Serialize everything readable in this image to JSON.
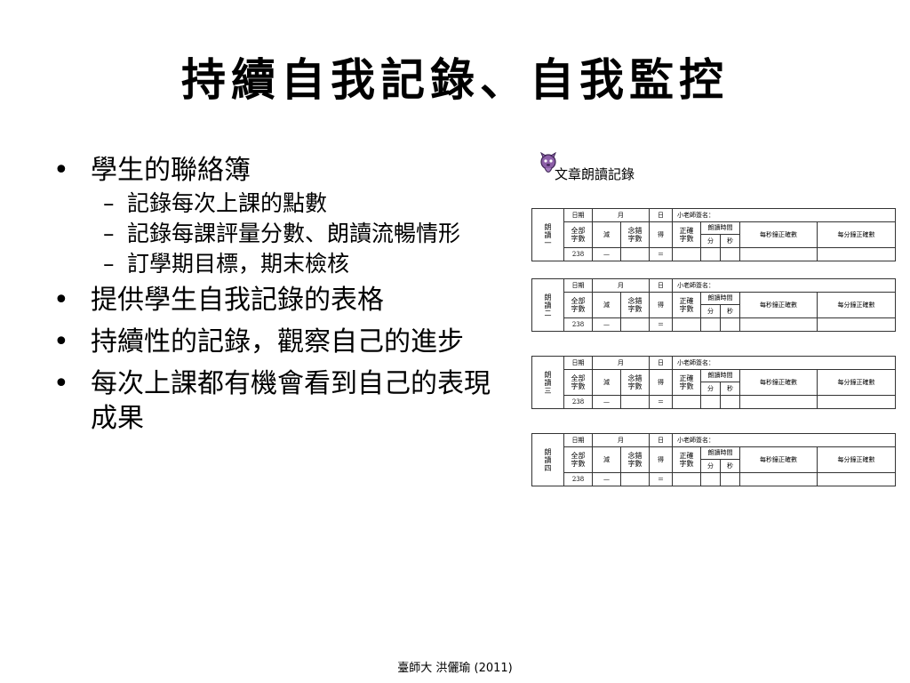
{
  "title": "持續自我記錄、自我監控",
  "bullets": [
    {
      "text": "學生的聯絡簿",
      "sub": [
        "記錄每次上課的點數",
        "記錄每課評量分數、朗讀流暢情形",
        "訂學期目標，期末檢核"
      ]
    },
    {
      "text": "提供學生自我記錄的表格"
    },
    {
      "text": "持續性的記錄，觀察自己的進步"
    },
    {
      "text": "每次上課都有機會看到自己的表現成果"
    }
  ],
  "bullet_symbol": "•",
  "dash_symbol": "–",
  "record": {
    "title": "文章朗讀記錄",
    "icon": "fox-icon",
    "labels": {
      "date": "日期",
      "month": "月",
      "day": "日",
      "signature": "小老師簽名：",
      "total_1": "全部",
      "total_2": "字數",
      "minus": "減",
      "wrong_1": "念錯",
      "wrong_2": "字數",
      "get": "得",
      "correct_1": "正確",
      "correct_2": "字數",
      "reading_time": "朗讀時間",
      "minutes": "分",
      "seconds": "秒",
      "per_second": "每秒鐘正確數",
      "per_minute": "每分鐘正確數",
      "total_value": "238",
      "dash": "—",
      "equals": "＝"
    },
    "tables": [
      {
        "label_1": "朗",
        "label_2": "讀",
        "label_3": "一"
      },
      {
        "label_1": "朗",
        "label_2": "讀",
        "label_3": "二"
      },
      {
        "label_1": "朗",
        "label_2": "讀",
        "label_3": "三"
      },
      {
        "label_1": "朗",
        "label_2": "讀",
        "label_3": "四"
      }
    ]
  },
  "footer": "臺師大 洪儷瑜 (2011)"
}
